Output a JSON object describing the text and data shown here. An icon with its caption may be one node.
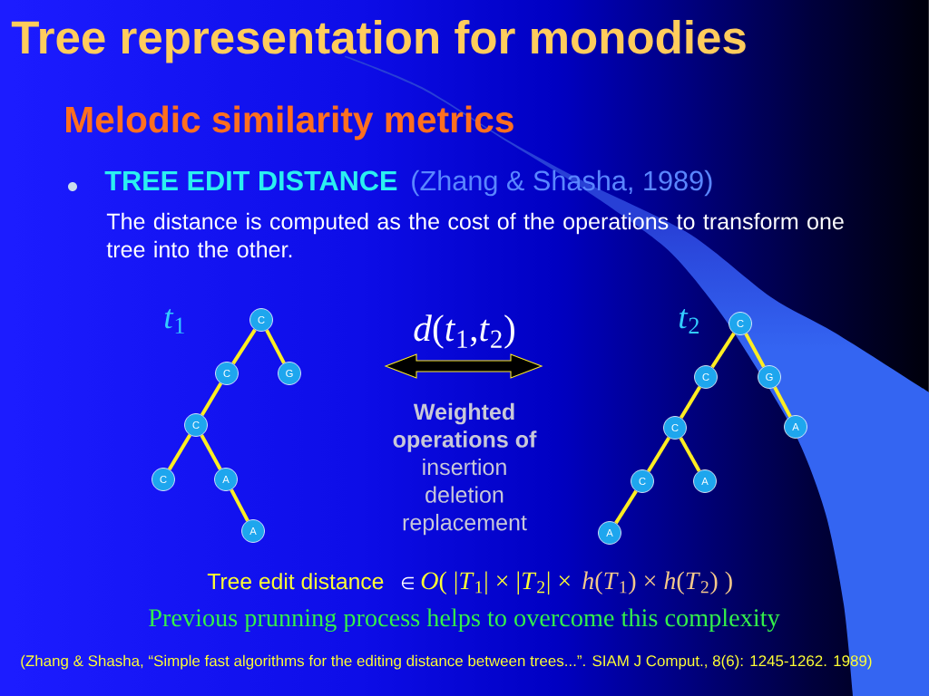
{
  "diagram": {
    "title": "Tree representation for monodies",
    "nodes": [
      {
        "text": [
          "C"
        ]
      },
      {
        "text": [
          "C"
        ]
      },
      {
        "text": [
          "G"
        ]
      },
      {
        "text": [
          "C"
        ]
      },
      {
        "text": [
          "C"
        ]
      },
      {
        "text": [
          "A"
        ]
      },
      {
        "text": [
          "A"
        ]
      },
      {
        "text": [
          "C"
        ]
      },
      {
        "text": [
          "C"
        ]
      },
      {
        "text": [
          "G"
        ]
      },
      {
        "text": [
          "C"
        ]
      },
      {
        "text": [
          "A"
        ]
      },
      {
        "text": [
          "C"
        ]
      },
      {
        "text": [
          "A"
        ]
      },
      {
        "text": [
          "A"
        ]
      }
    ],
    "edges": [
      {
        "from": 0,
        "to": 1,
        "arrow": "none"
      },
      {
        "from": 0,
        "to": 2,
        "arrow": "none"
      },
      {
        "from": 1,
        "to": 3,
        "arrow": "none"
      },
      {
        "from": 3,
        "to": 4,
        "arrow": "none"
      },
      {
        "from": 3,
        "to": 5,
        "arrow": "none"
      },
      {
        "from": 5,
        "to": 6,
        "arrow": "none"
      },
      {
        "from": 7,
        "to": 8,
        "arrow": "none"
      },
      {
        "from": 7,
        "to": 9,
        "arrow": "none"
      },
      {
        "from": 8,
        "to": 10,
        "arrow": "none"
      },
      {
        "from": 9,
        "to": 11,
        "arrow": "none"
      },
      {
        "from": 10,
        "to": 12,
        "arrow": "none"
      },
      {
        "from": 10,
        "to": 13,
        "arrow": "none"
      },
      {
        "from": 12,
        "to": 14,
        "arrow": "none"
      }
    ],
    "labels": [
      "Melodic similarity metrics",
      "TREE EDIT DISTANCE",
      "(Zhang & Shasha, 1989)",
      "The distance is computed as the cost of the operations to transform one tree into the other.",
      "*t*$_{1}$",
      "*d*(*t*$_{1}$,*t*$_{2}$)",
      "*t*$_{2}$",
      "**Weighted operations of** insertion deletion replacement",
      "Tree edit distance",
      "∈",
      "*O*( |*T*$_{1}$| × |*T*$_{2}$| ×",
      "*h*(*T*$_{1}$) × *h*(*T*$_{2}$) )",
      "Previous prunning process helps to overcome this complexity",
      "(Zhang & Shasha, “Simple fast algorithms for the editing distance between trees...”. SIAM J Comput., 8(6): 1245-1262. 1989)"
    ]
  }
}
